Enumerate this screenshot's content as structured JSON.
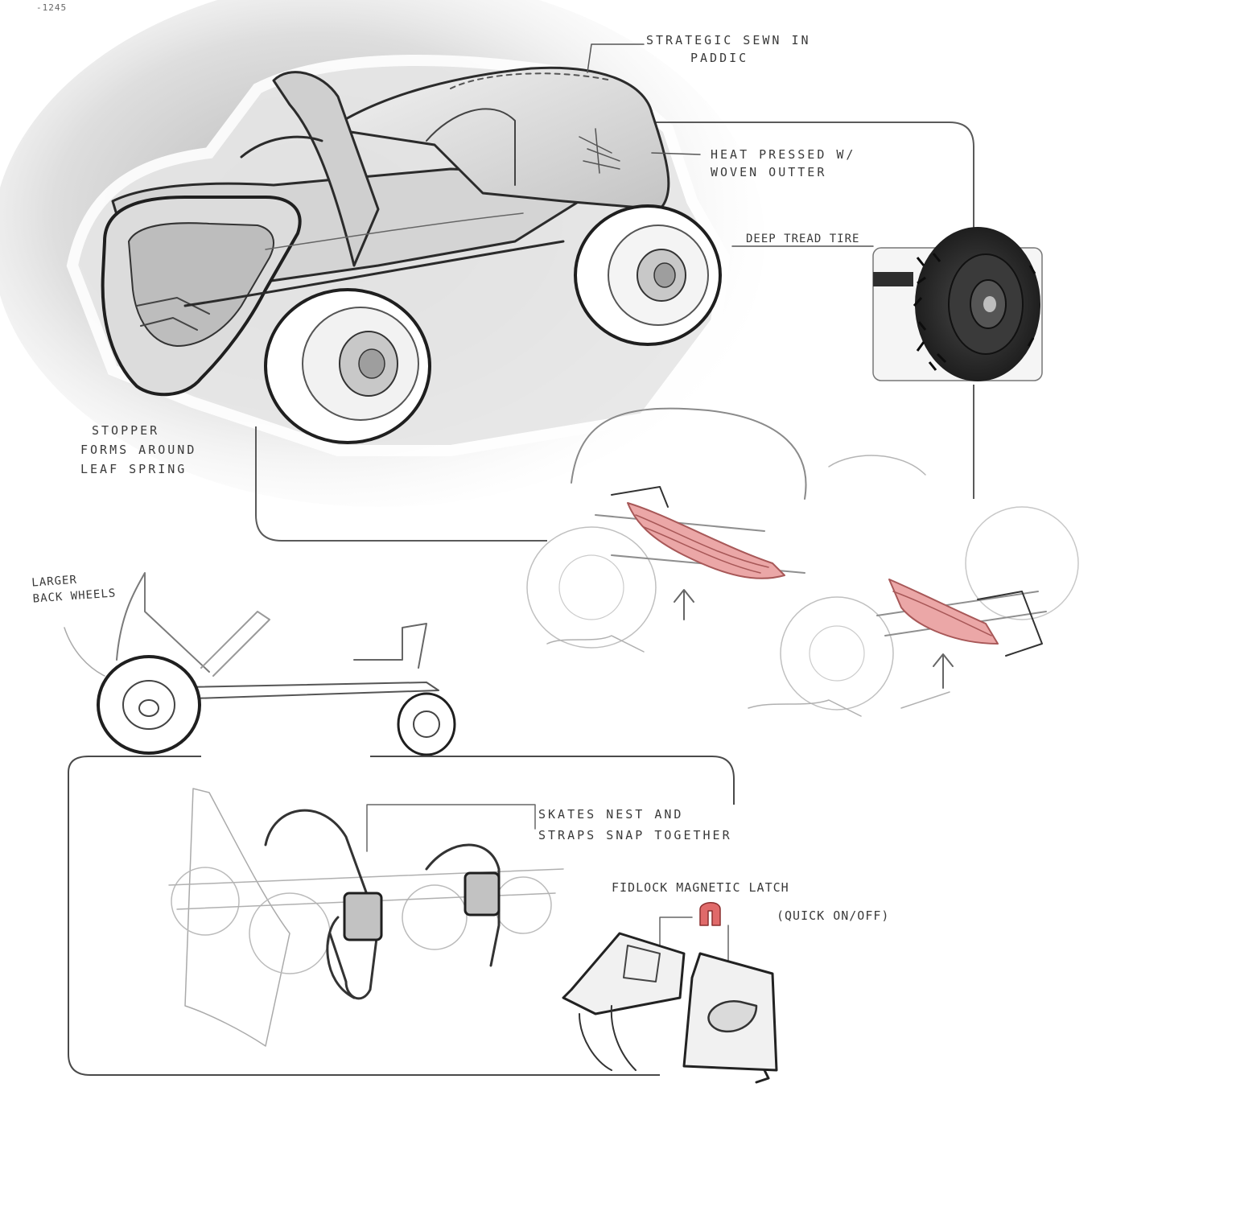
{
  "page_number": "-1245",
  "annotations": {
    "strategic": [
      "STRATEGIC SEWN IN",
      "PADDIC"
    ],
    "heat": [
      "HEAT PRESSED W/",
      "WOVEN OUTTER"
    ],
    "tire": "DEEP TREAD TIRE",
    "stopper": [
      "STOPPER",
      "FORMS AROUND",
      "LEAF SPRING"
    ],
    "larger": [
      "LARGER",
      "BACK WHEELS"
    ],
    "skates": [
      "SKATES NEST AND",
      "STRAPS SNAP TOGETHER"
    ],
    "fidlock": "FIDLOCK MAGNETIC LATCH",
    "quick": "(QUICK ON/OFF)"
  },
  "colors": {
    "ink": "#2b2b2b",
    "pencil": "#9a9a9a",
    "shade": "#c9c9c9",
    "leaf_spring": "#e9a8a8",
    "leaf_spring_line": "#b05a5a",
    "magnet": "#d96060"
  }
}
